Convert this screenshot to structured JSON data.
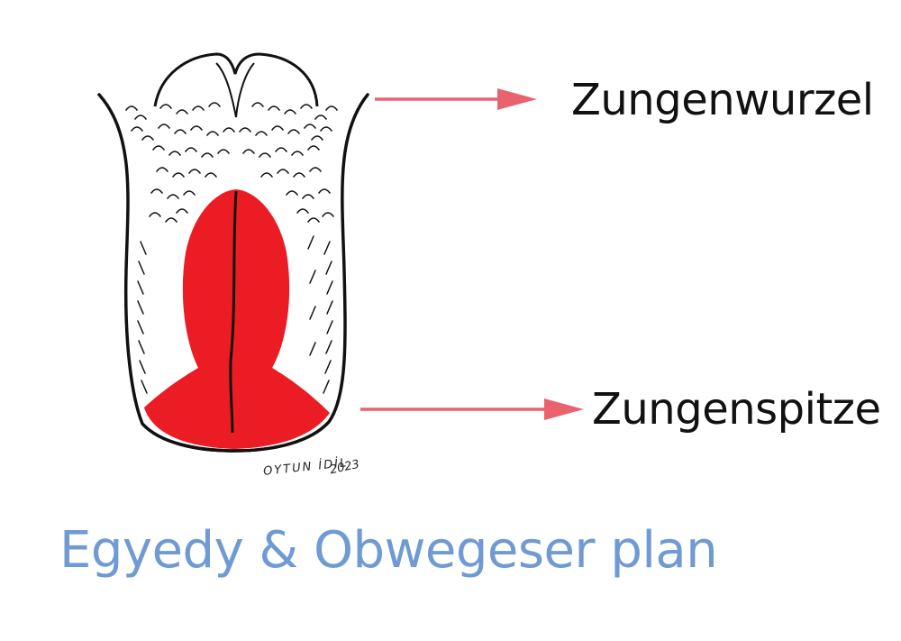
{
  "labels": {
    "root": "Zungenwurzel",
    "tip": "Zungenspitze"
  },
  "title": "Egyedy & Obwegeser plan",
  "signature": {
    "name": "OYTUN İDİL",
    "year": "2023"
  },
  "colors": {
    "resection": "#ec1c24",
    "arrow": "#e8636e",
    "outline": "#111111",
    "title": "#6f9ad3",
    "label": "#111111"
  }
}
